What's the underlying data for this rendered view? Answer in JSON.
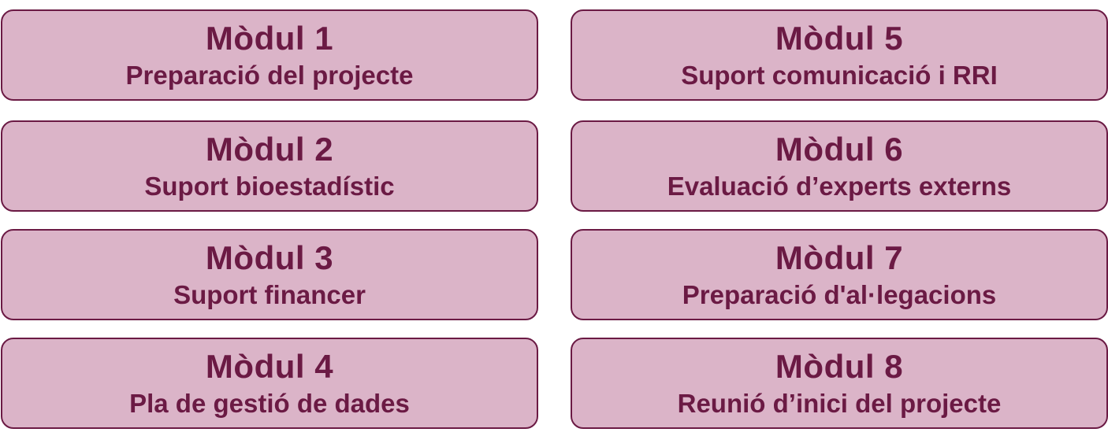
{
  "modules": [
    {
      "title": "Mòdul 1",
      "subtitle": "Preparació del projecte"
    },
    {
      "title": "Mòdul 2",
      "subtitle": "Suport bioestadístic"
    },
    {
      "title": "Mòdul 3",
      "subtitle": "Suport financer"
    },
    {
      "title": "Mòdul 4",
      "subtitle": "Pla de gestió de dades"
    },
    {
      "title": "Mòdul 5",
      "subtitle": "Suport comunicació i RRI"
    },
    {
      "title": "Mòdul 6",
      "subtitle": "Evaluació d’experts externs"
    },
    {
      "title": "Mòdul 7",
      "subtitle": "Preparació d'al·legacions"
    },
    {
      "title": "Mòdul 8",
      "subtitle": "Reunió d’inici del projecte"
    }
  ],
  "colors": {
    "box_fill": "#dbb4c8",
    "box_border": "#6b1a44",
    "text": "#6b1a44"
  }
}
